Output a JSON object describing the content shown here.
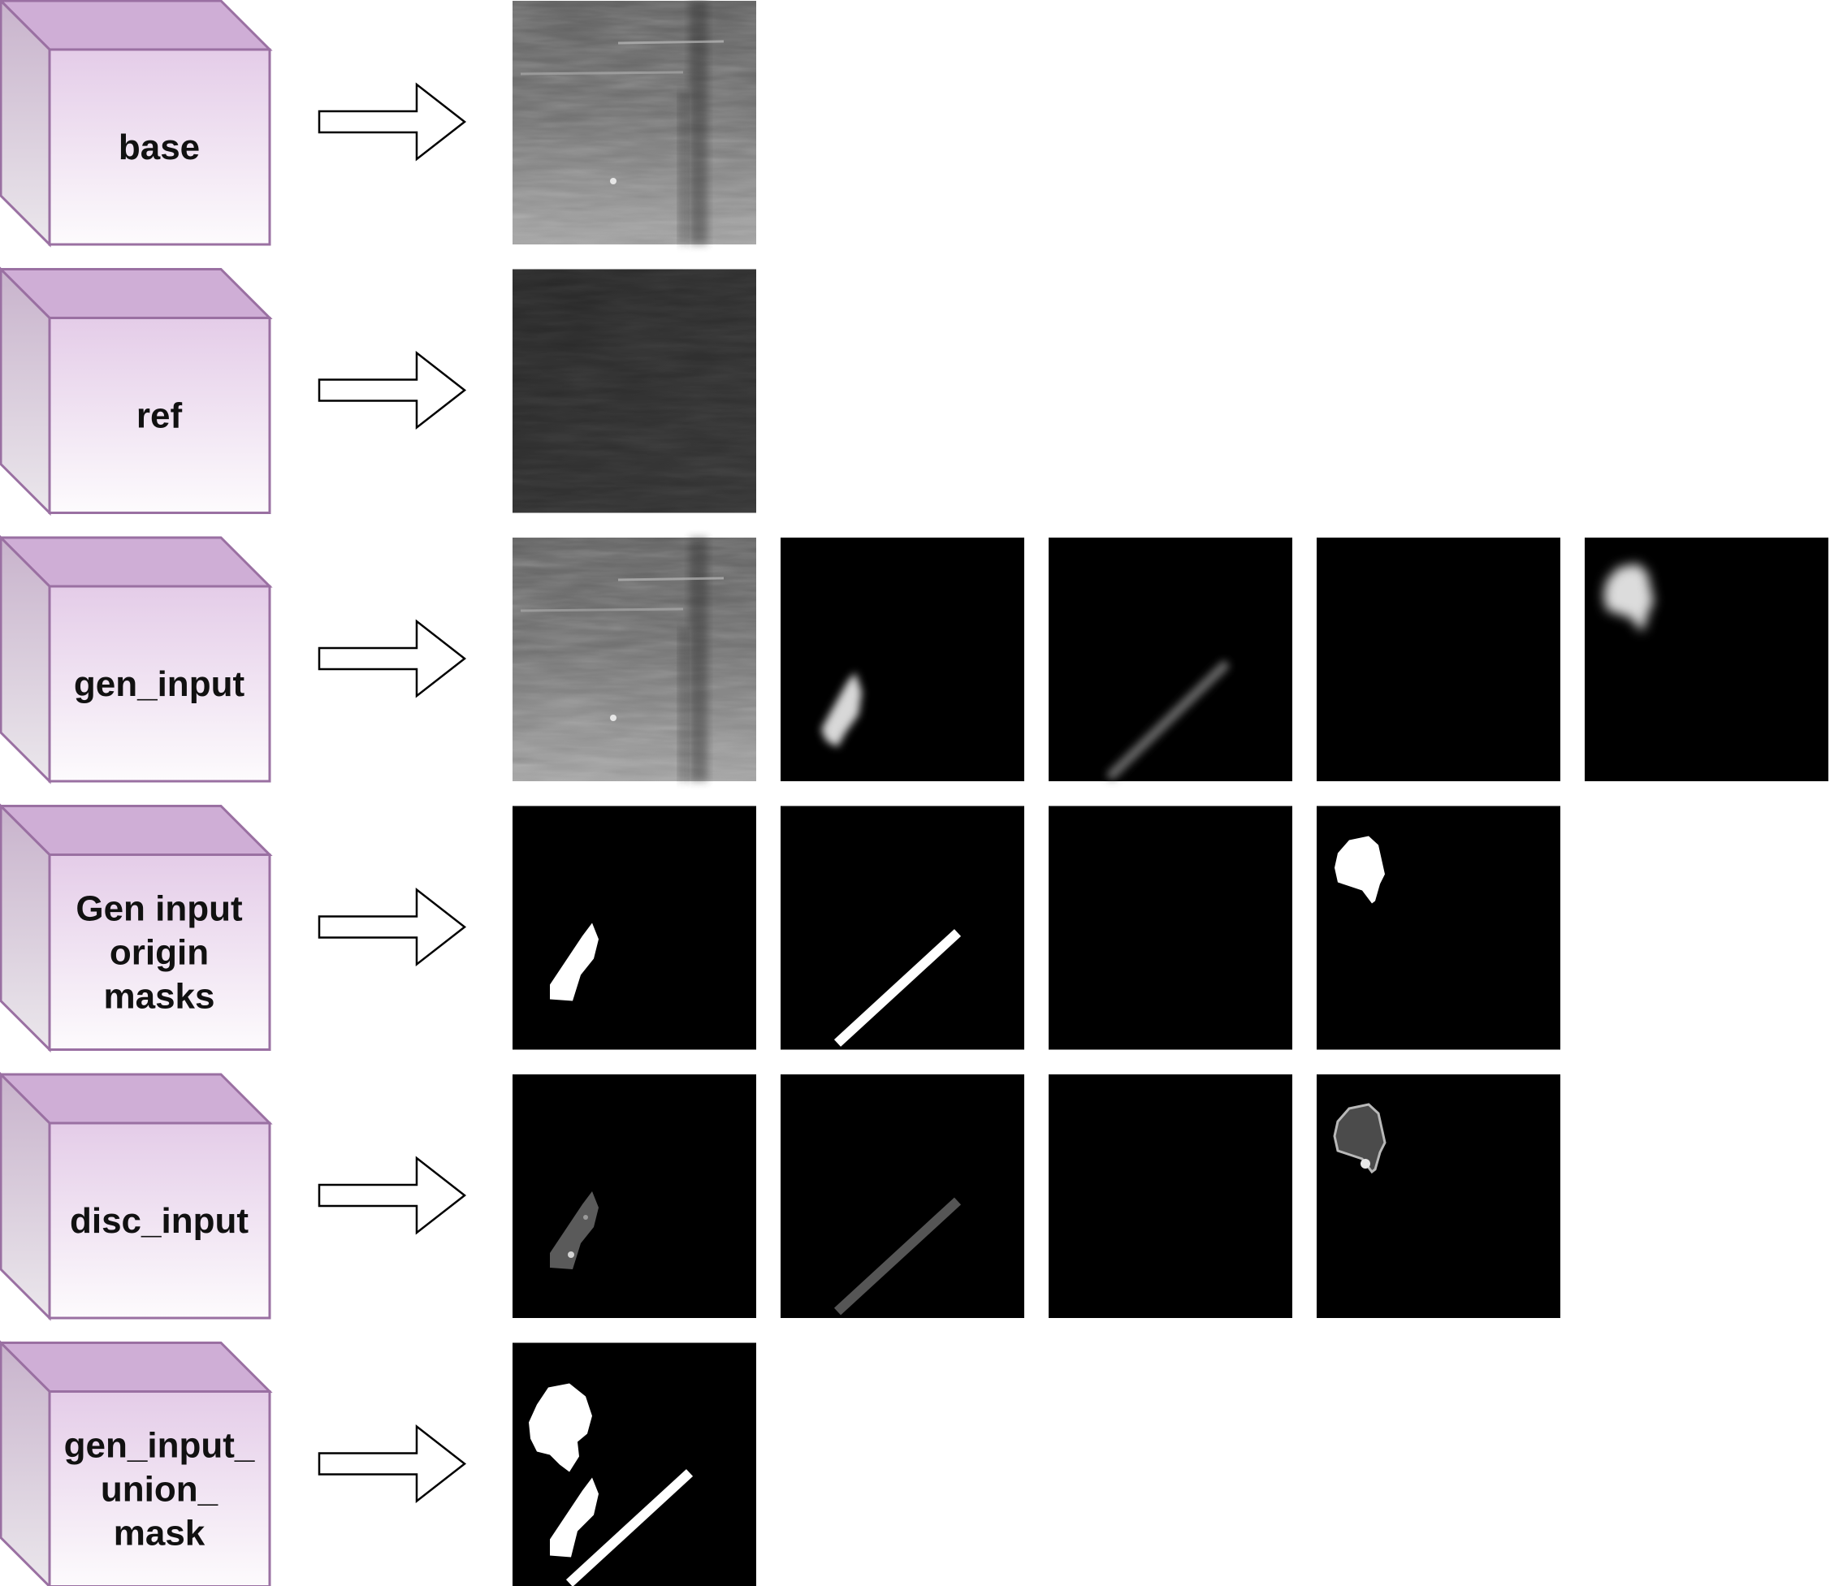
{
  "colors": {
    "cube_face_top": "#e4cce8",
    "cube_face_bottom": "#fdfbfd",
    "cube_top": "#cfaed6",
    "cube_side_top": "#c8b3cc",
    "cube_side_bottom": "#ebe7ec",
    "cube_stroke": "#9a70a2",
    "arrow_stroke": "#000000",
    "tile_bg": "#000000",
    "mask_fill": "#ffffff"
  },
  "rows": [
    {
      "id": "base",
      "label_lines": [
        "base"
      ],
      "tiles": [
        {
          "kind": "texture-bright",
          "description_name": "base-texture-image"
        }
      ]
    },
    {
      "id": "ref",
      "label_lines": [
        "ref"
      ],
      "tiles": [
        {
          "kind": "texture-dark",
          "description_name": "ref-texture-image"
        }
      ]
    },
    {
      "id": "gen_input",
      "label_lines": [
        "gen_input"
      ],
      "tiles": [
        {
          "kind": "texture-bright",
          "description_name": "gen-input-texture-image"
        },
        {
          "kind": "soft-blob",
          "description_name": "gen-input-soft-blob"
        },
        {
          "kind": "soft-line",
          "description_name": "gen-input-soft-line"
        },
        {
          "kind": "empty",
          "description_name": "gen-input-empty-channel"
        },
        {
          "kind": "soft-rock",
          "description_name": "gen-input-soft-rock"
        }
      ]
    },
    {
      "id": "gen_input_origin_masks",
      "label_lines": [
        "Gen input",
        "origin",
        "masks"
      ],
      "tiles": [
        {
          "kind": "mask-blob",
          "description_name": "origin-mask-blob"
        },
        {
          "kind": "mask-line",
          "description_name": "origin-mask-line"
        },
        {
          "kind": "empty",
          "description_name": "origin-mask-empty"
        },
        {
          "kind": "mask-rock",
          "description_name": "origin-mask-rock"
        }
      ]
    },
    {
      "id": "disc_input",
      "label_lines": [
        "disc_input"
      ],
      "tiles": [
        {
          "kind": "textured-blob",
          "description_name": "disc-input-blob"
        },
        {
          "kind": "textured-line",
          "description_name": "disc-input-line"
        },
        {
          "kind": "empty",
          "description_name": "disc-input-empty"
        },
        {
          "kind": "textured-rock",
          "description_name": "disc-input-rock"
        }
      ]
    },
    {
      "id": "gen_input_union_mask",
      "label_lines": [
        "gen_input_",
        "union_",
        "mask"
      ],
      "tiles": [
        {
          "kind": "union-mask",
          "description_name": "union-mask-image"
        }
      ]
    }
  ]
}
